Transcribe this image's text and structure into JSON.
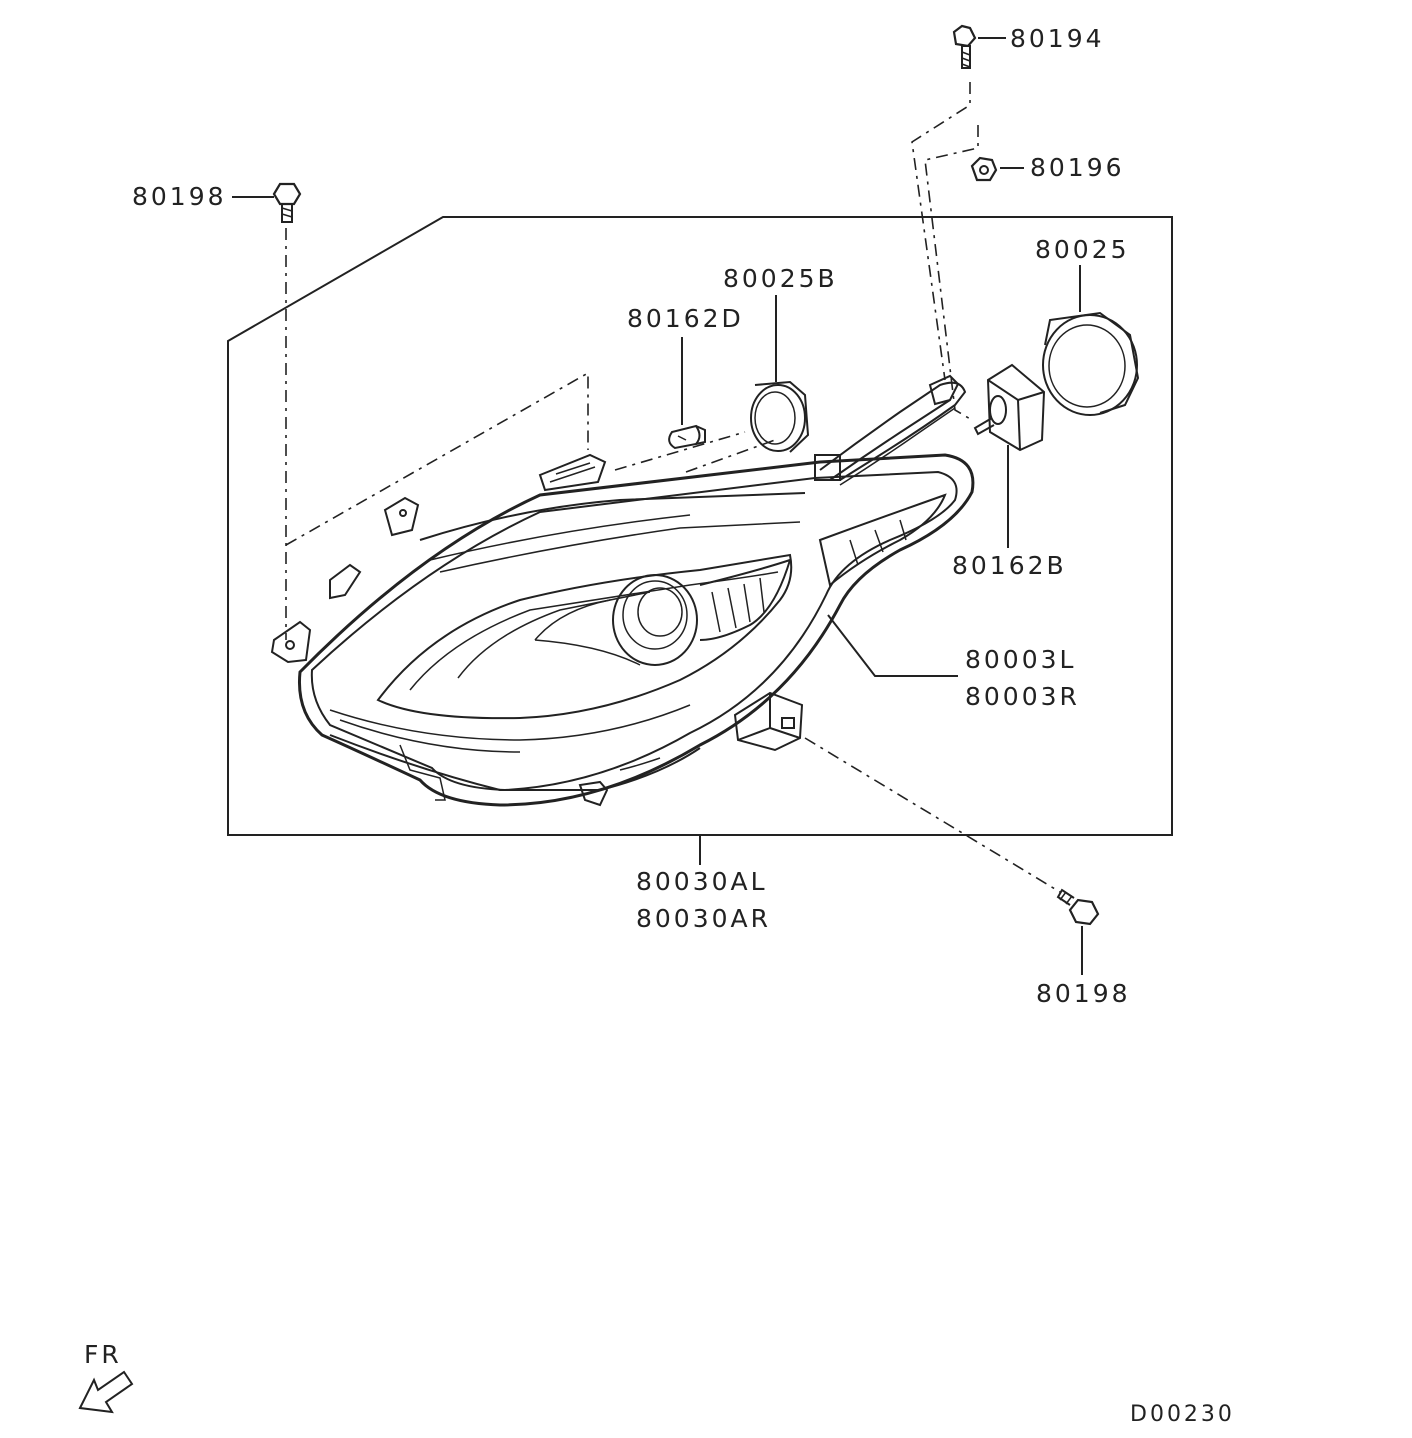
{
  "labels": {
    "p80194": "80194",
    "p80196": "80196",
    "p80198_top": "80198",
    "p80025": "80025",
    "p80025B": "80025B",
    "p80162D": "80162D",
    "p80162B": "80162B",
    "p80003L": "80003L",
    "p80003R": "80003R",
    "p80030AL": "80030AL",
    "p80030AR": "80030AR",
    "p80198_bottom": "80198"
  },
  "direction": "FR",
  "diagram_id": "D00230"
}
